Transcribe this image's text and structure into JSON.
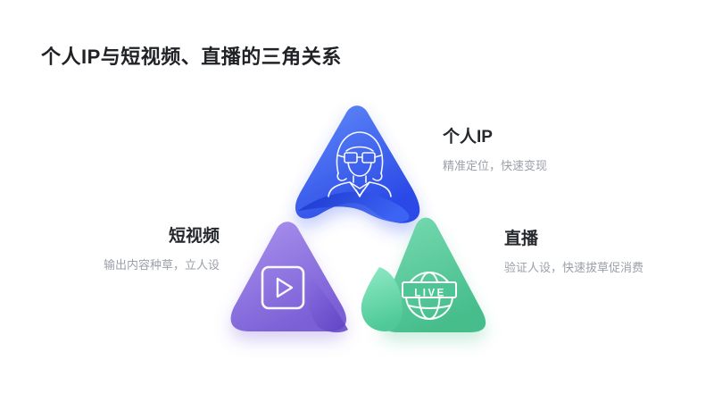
{
  "slide": {
    "title": "个人IP与短视频、直播的三角关系",
    "background": "#ffffff",
    "title_color": "#202226"
  },
  "diagram": {
    "type": "triangle-relationship",
    "label_color": "#25282d",
    "desc_color": "#9ba0a8",
    "nodes": [
      {
        "id": "personal-ip",
        "label": "个人IP",
        "desc": "精准定位，快速变现",
        "icon": "person-avatar-icon",
        "position": "top",
        "color": "#3a5bee",
        "gradient": [
          "#628bf8",
          "#2948e6"
        ]
      },
      {
        "id": "short-video",
        "label": "短视频",
        "desc": "输出内容种草，立人设",
        "icon": "video-play-icon",
        "position": "bottom-left",
        "color": "#8e74e2",
        "gradient": [
          "#ab93ee",
          "#7a5fd6"
        ]
      },
      {
        "id": "live",
        "label": "直播",
        "desc": "验证人设，快速拔草促消费",
        "icon": "live-globe-icon",
        "icon_text": "LIVE",
        "position": "bottom-right",
        "color": "#5bcda0",
        "gradient": [
          "#77dbb1",
          "#47bd8c"
        ]
      }
    ]
  }
}
